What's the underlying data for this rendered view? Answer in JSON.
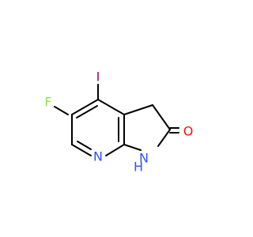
{
  "molecule": {
    "atoms": [
      {
        "symbol": "I",
        "color": "#940094"
      },
      {
        "symbol": "F",
        "color": "#90e050"
      },
      {
        "symbol": "N",
        "color": "#3050f8"
      },
      {
        "symbol": "NH",
        "color": "#3050f8"
      },
      {
        "symbol": "H",
        "color": "#3050f8"
      },
      {
        "symbol": "O",
        "color": "#ff0d0d"
      }
    ],
    "bond_color": "#000000"
  }
}
